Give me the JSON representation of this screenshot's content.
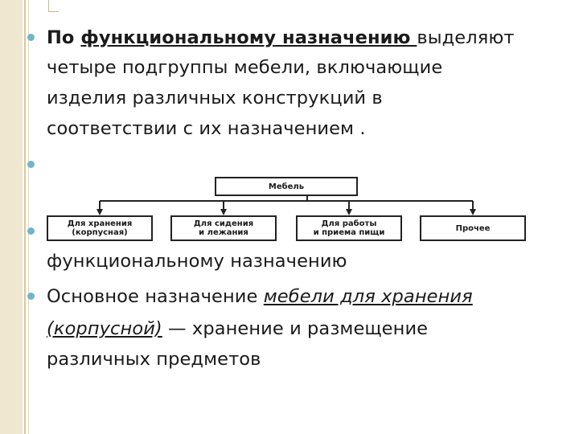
{
  "paragraph1": {
    "lead": "По ",
    "emphasis": "функциональному назначению ",
    "rest": "выделяют",
    "line2": "четыре подгруппы мебели, включающие",
    "line3": "изделия различных конструкций в",
    "line4": "соответствии с их назначением ."
  },
  "diagram": {
    "root": "Мебель",
    "children": [
      {
        "line1": "Для хранения",
        "line2": "(корпусная)"
      },
      {
        "line1": "Для сидения",
        "line2": "и лежания"
      },
      {
        "line1": "Для работы",
        "line2": "и приема пищи"
      },
      {
        "line1": "Прочее",
        "line2": ""
      }
    ]
  },
  "paragraph3": {
    "line": "функциональному назначению"
  },
  "paragraph4": {
    "lead": "Основное назначение ",
    "emphasis1": "мебели для хранения",
    "emphasis2": "(корпусной)",
    "rest": " — хранение и размещение",
    "line3": "различных предметов"
  },
  "colors": {
    "bullet": "#6fb6c9",
    "sidebar": "#efe7cf"
  }
}
